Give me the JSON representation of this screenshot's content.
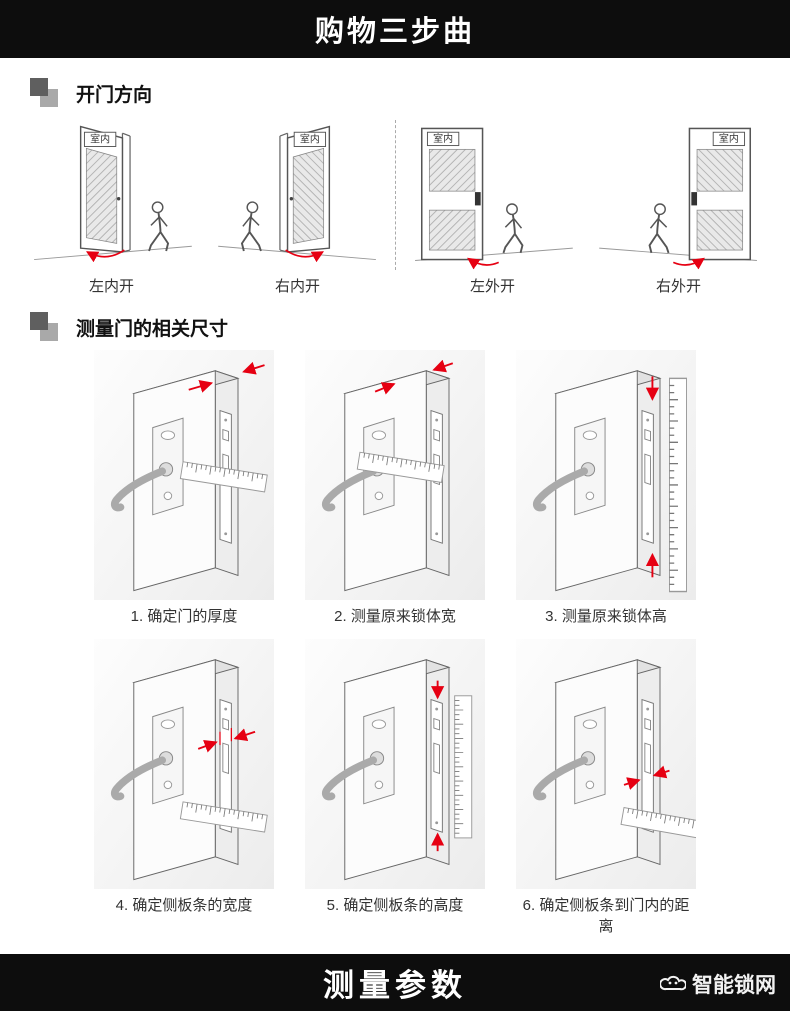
{
  "banners": {
    "top": "购物三步曲",
    "bottom": "测量参数"
  },
  "watermark": {
    "text": "智能锁网"
  },
  "section_open_direction": {
    "title": "开门方向",
    "indoor_label": "室内",
    "diagrams": [
      {
        "caption": "左内开"
      },
      {
        "caption": "右内开"
      },
      {
        "caption": "左外开"
      },
      {
        "caption": "右外开"
      }
    ]
  },
  "section_measure": {
    "title": "测量门的相关尺寸",
    "steps": [
      {
        "caption": "1. 确定门的厚度"
      },
      {
        "caption": "2. 测量原来锁体宽"
      },
      {
        "caption": "3. 测量原来锁体高"
      },
      {
        "caption": "4. 确定侧板条的宽度"
      },
      {
        "caption": "5. 确定侧板条的高度"
      },
      {
        "caption": "6. 确定侧板条到门内的距离"
      }
    ]
  },
  "colors": {
    "accent_red": "#e60012",
    "banner_bg": "#0d0d0d"
  }
}
